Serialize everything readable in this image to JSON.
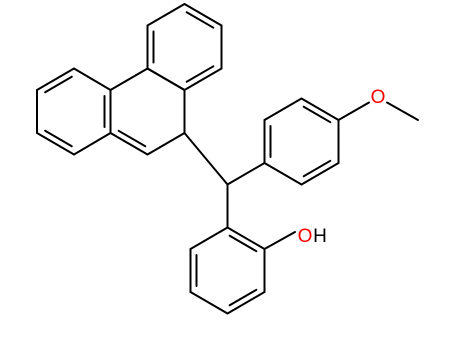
{
  "colors": {
    "bond": "#000000",
    "oxygen": "#ff0000",
    "hydrogen": "#000000",
    "background": "#ffffff"
  },
  "atoms": {
    "methoxy_oxygen": {
      "element": "O",
      "label": "O"
    },
    "hydroxyl_oxygen": {
      "element": "O",
      "label": "O"
    },
    "hydroxyl_hydrogen": {
      "element": "H",
      "label": "H"
    }
  }
}
